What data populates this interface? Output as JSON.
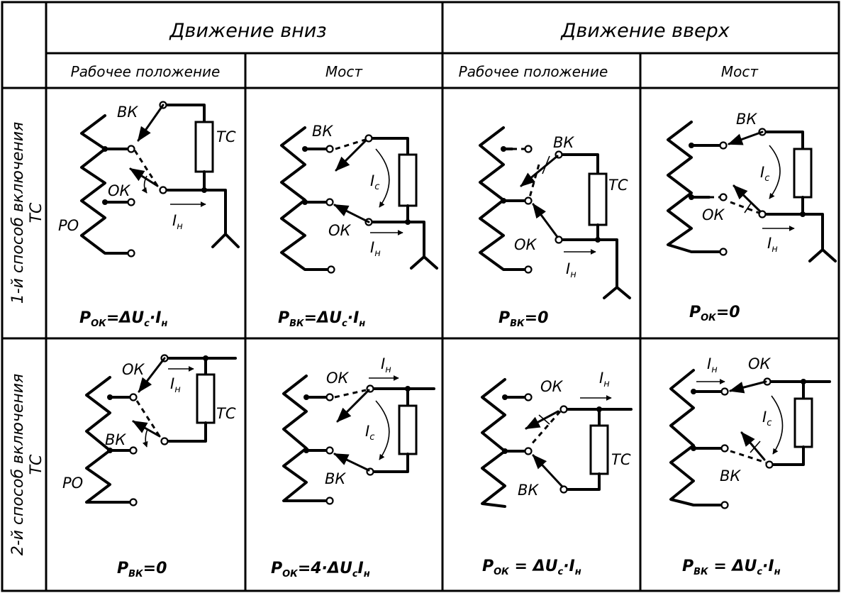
{
  "header": {
    "down": "Движение вниз",
    "up": "Движение вверх",
    "work_pos_down": "Рабочее положение",
    "bridge_down": "Мост",
    "work_pos_up": "Рабочее положение",
    "bridge_up": "Мост"
  },
  "rows": {
    "row1_main": "1-й способ включения",
    "row1_sub": "ТС",
    "row2_main": "2-й способ включения",
    "row2_sub": "ТС"
  },
  "labels": {
    "vk": "ВК",
    "ok": "ОК",
    "tc": "ТС",
    "po": "РО",
    "i_main": "I",
    "i_n_sub": "н",
    "i_c_sub": "с"
  },
  "formulas": {
    "r1c1": {
      "p_sub": "ОК",
      "rest": "=ΔU",
      "u_sub": "c",
      "tail": "·I",
      "tail_sub": "н"
    },
    "r1c2": {
      "p_sub": "ВК",
      "rest": "=ΔU",
      "u_sub": "c",
      "tail": "·I",
      "tail_sub": "н"
    },
    "r1c3": {
      "p_sub": "ВК",
      "rest": "=0"
    },
    "r1c4": {
      "p_sub": "ОК",
      "rest": "=0"
    },
    "r2c1": {
      "p_sub": "ВК",
      "rest": "=0"
    },
    "r2c2": {
      "p_sub": "ОК",
      "rest": "=4·ΔU",
      "u_sub": "c",
      "tail": "I",
      "tail_sub": "н"
    },
    "r2c3": {
      "p_sub": "ОК",
      "rest": " = ΔU",
      "u_sub": "c",
      "tail": "·I",
      "tail_sub": "н"
    },
    "r2c4": {
      "p_sub": "ВК",
      "rest": " = ΔU",
      "u_sub": "c",
      "tail": "·I",
      "tail_sub": "н"
    }
  },
  "formula_symbol": "P"
}
